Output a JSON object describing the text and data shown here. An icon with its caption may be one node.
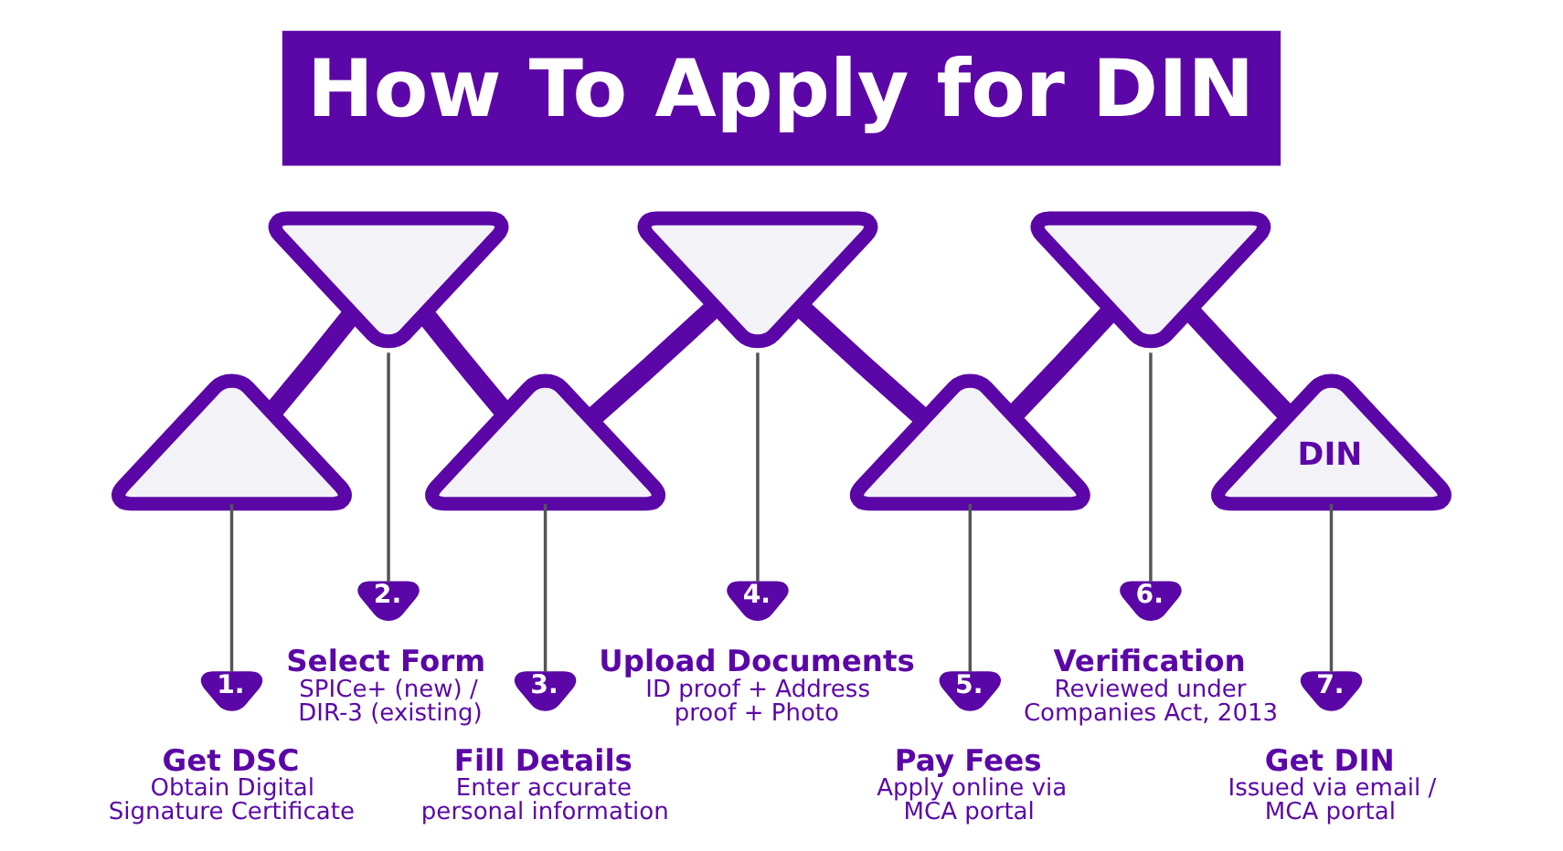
{
  "diagram": {
    "title": "How To Apply for DIN",
    "nodes": [
      {
        "text": [],
        "shape": "triangle"
      },
      {
        "text": [
          "1."
        ],
        "beside": [
          "Get DSC",
          "Obtain Digital Signature Certificate"
        ]
      },
      {
        "text": [],
        "shape": "triangle"
      },
      {
        "text": [
          "2."
        ],
        "beside": [
          "Select Form",
          "SPICe+ (new) / DIR-3 (existing)"
        ]
      },
      {
        "text": [],
        "shape": "triangle"
      },
      {
        "text": [
          "3."
        ],
        "beside": [
          "Fill Details",
          "Enter accurate personal information"
        ]
      },
      {
        "text": [],
        "shape": "triangle"
      },
      {
        "text": [
          "4."
        ],
        "beside": [
          "Upload Documents",
          "ID proof + Address proof + Photo"
        ]
      },
      {
        "text": [],
        "shape": "triangle"
      },
      {
        "text": [
          "5."
        ],
        "beside": [
          "Pay Fees",
          "Apply online via MCA portal"
        ]
      },
      {
        "text": [],
        "shape": "triangle"
      },
      {
        "text": [
          "6."
        ],
        "beside": [
          "Verification",
          "Reviewed under Companies Act, 2013"
        ]
      },
      {
        "text": [
          "DIN"
        ]
      },
      {
        "text": [
          "7."
        ],
        "beside": [
          "Get DIN",
          "Issued via email / MCA portal"
        ]
      }
    ],
    "edges": [
      {
        "from": 0,
        "to": 1,
        "arrow": "none"
      },
      {
        "from": 2,
        "to": 3,
        "arrow": "none"
      },
      {
        "from": 4,
        "to": 5,
        "arrow": "none"
      },
      {
        "from": 6,
        "to": 7,
        "arrow": "none"
      },
      {
        "from": 8,
        "to": 9,
        "arrow": "none"
      },
      {
        "from": 10,
        "to": 11,
        "arrow": "none"
      },
      {
        "from": 12,
        "to": 13,
        "arrow": "none"
      },
      {
        "from": 0,
        "to": 2,
        "arrow": "none",
        "style": "thick",
        "color": "#5b06a6"
      },
      {
        "from": 2,
        "to": 4,
        "arrow": "none",
        "style": "thick",
        "color": "#5b06a6"
      },
      {
        "from": 4,
        "to": 6,
        "arrow": "none",
        "style": "thick",
        "color": "#5b06a6"
      },
      {
        "from": 6,
        "to": 8,
        "arrow": "none",
        "style": "thick",
        "color": "#5b06a6"
      },
      {
        "from": 8,
        "to": 10,
        "arrow": "none",
        "style": "thick",
        "color": "#5b06a6"
      },
      {
        "from": 10,
        "to": 12,
        "arrow": "none",
        "style": "thick",
        "color": "#5b06a6"
      }
    ]
  }
}
